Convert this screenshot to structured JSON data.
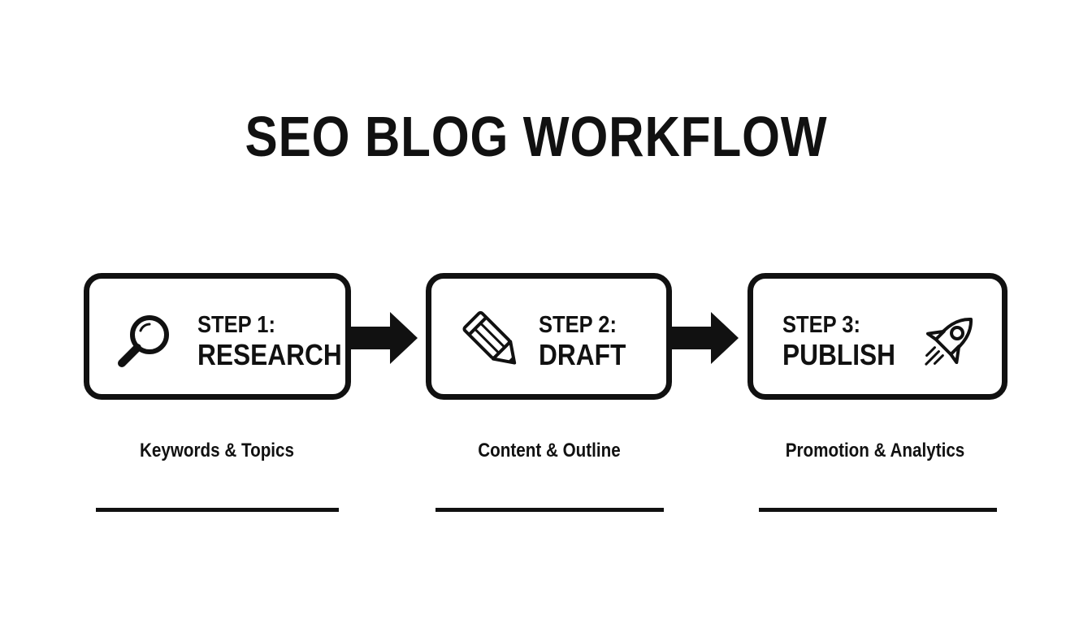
{
  "title": "SEO BLOG WORKFLOW",
  "steps": [
    {
      "number": "STEP 1:",
      "name": "RESEARCH",
      "caption": "Keywords & Topics",
      "icon": "magnifying-glass-icon"
    },
    {
      "number": "STEP 2:",
      "name": "DRAFT",
      "caption": "Content & Outline",
      "icon": "pencil-icon"
    },
    {
      "number": "STEP 3:",
      "name": "PUBLISH",
      "caption": "Promotion & Analytics",
      "icon": "rocket-icon"
    }
  ],
  "colors": {
    "ink": "#111111",
    "background": "#ffffff"
  }
}
